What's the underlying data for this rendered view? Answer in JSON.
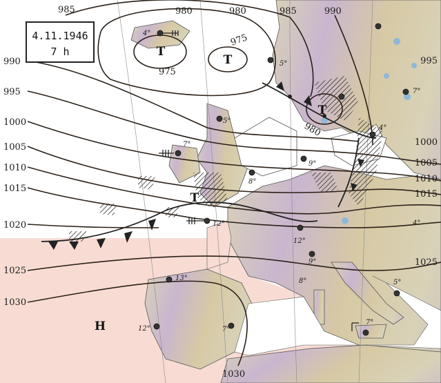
{
  "map": {
    "date": "4.11.1946",
    "time": "7 h",
    "pressure_centers": {
      "low_iceland": "T",
      "low_faroe": "T",
      "low_sweden": "T",
      "low_channel": "T",
      "high_iberia": "H"
    },
    "isobar_labels_left": [
      "990",
      "995",
      "1000",
      "1005",
      "1010",
      "1015",
      "1020",
      "1025",
      "1030"
    ],
    "isobar_labels_top": [
      "985",
      "980",
      "980",
      "985",
      "990"
    ],
    "isobar_labels_right": [
      "995",
      "1000",
      "1005",
      "1010",
      "1015",
      "1025"
    ],
    "isobar_labels_inner": [
      "975",
      "975",
      "980",
      "1030"
    ],
    "temperatures": [
      "4°",
      "5°",
      "5°",
      "7°",
      "7°",
      "4°",
      "8°",
      "9°",
      "12°",
      "12°",
      "9°",
      "8°",
      "5°",
      "4°",
      "13°",
      "12°",
      "7°",
      "7°"
    ],
    "colors": {
      "sea": "#ffffff",
      "land": "#eceae0",
      "warm_air": "#f8dcd4",
      "lake": "#8fb8d8",
      "isobar": "#2a2018",
      "front": "#222222"
    }
  }
}
